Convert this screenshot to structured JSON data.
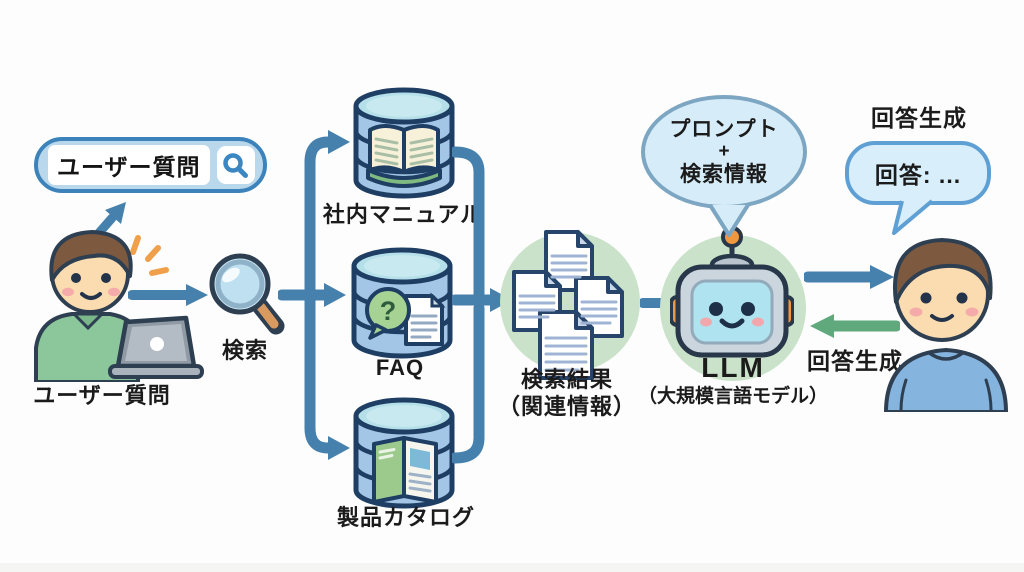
{
  "search_box": {
    "text": "ユーザー質問"
  },
  "labels": {
    "user_left": "ユーザー質問",
    "search": "検索",
    "results_line1": "検索結果",
    "results_line2": "（関連情報）",
    "llm": "LLM",
    "llm_sub": "（大規模言語モデル）",
    "answer_gen_top": "回答生成",
    "answer_gen_return": "回答生成"
  },
  "databases": [
    {
      "label": "社内マニュアル"
    },
    {
      "label": "FAQ"
    },
    {
      "label": "製品カタログ"
    }
  ],
  "bubbles": {
    "prompt_line1": "プロンプト",
    "prompt_line2": "+",
    "prompt_line3": "検索情報",
    "answer": "回答: ..."
  },
  "icons": {
    "faq_question": "?"
  },
  "colors": {
    "arrow_blue": "#4681ae",
    "arrow_green": "#5fa97c",
    "outline_navy": "#1f3e64",
    "db_body": "#a3c6e6",
    "db_top": "#b5dfe9",
    "green_circle": "#c9e2c9",
    "prompt_bubble_fill": "#d6ecf8",
    "prompt_bubble_border": "#7ca6c2",
    "answer_bubble_border": "#5e9fd4",
    "search_box_border": "#3d83bb",
    "search_box_fill": "#b9d8ec",
    "sparkle_orange": "#f0a04a"
  }
}
